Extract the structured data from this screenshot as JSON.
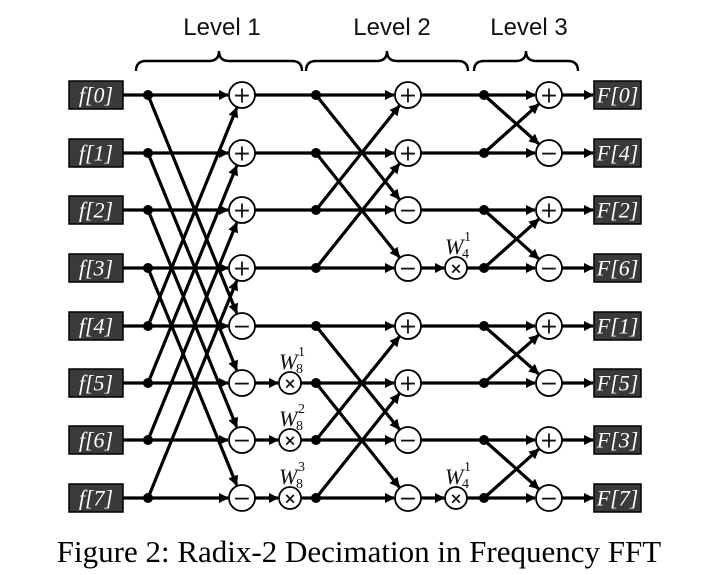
{
  "levels": [
    "Level 1",
    "Level 2",
    "Level 3"
  ],
  "inputs": [
    "f[0]",
    "f[1]",
    "f[2]",
    "f[3]",
    "f[4]",
    "f[5]",
    "f[6]",
    "f[7]"
  ],
  "outputs": [
    "F[0]",
    "F[4]",
    "F[2]",
    "F[6]",
    "F[1]",
    "F[5]",
    "F[3]",
    "F[7]"
  ],
  "ops": {
    "level1": [
      "+",
      "+",
      "+",
      "+",
      "−",
      "−",
      "−",
      "−"
    ],
    "level2": [
      "+",
      "+",
      "−",
      "−",
      "+",
      "+",
      "−",
      "−"
    ],
    "level3": [
      "+",
      "−",
      "+",
      "−",
      "+",
      "−",
      "+",
      "−"
    ]
  },
  "multiply_symbol": "×",
  "twiddles": {
    "level1": [
      {
        "row": 5,
        "base": "W",
        "sub": "8",
        "sup": "1"
      },
      {
        "row": 6,
        "base": "W",
        "sub": "8",
        "sup": "2"
      },
      {
        "row": 7,
        "base": "W",
        "sub": "8",
        "sup": "3"
      }
    ],
    "level2": [
      {
        "row": 3,
        "base": "W",
        "sub": "4",
        "sup": "1"
      },
      {
        "row": 7,
        "base": "W",
        "sub": "4",
        "sup": "1"
      }
    ]
  },
  "caption": "Figure 2: Radix-2 Decimation in Frequency FFT"
}
